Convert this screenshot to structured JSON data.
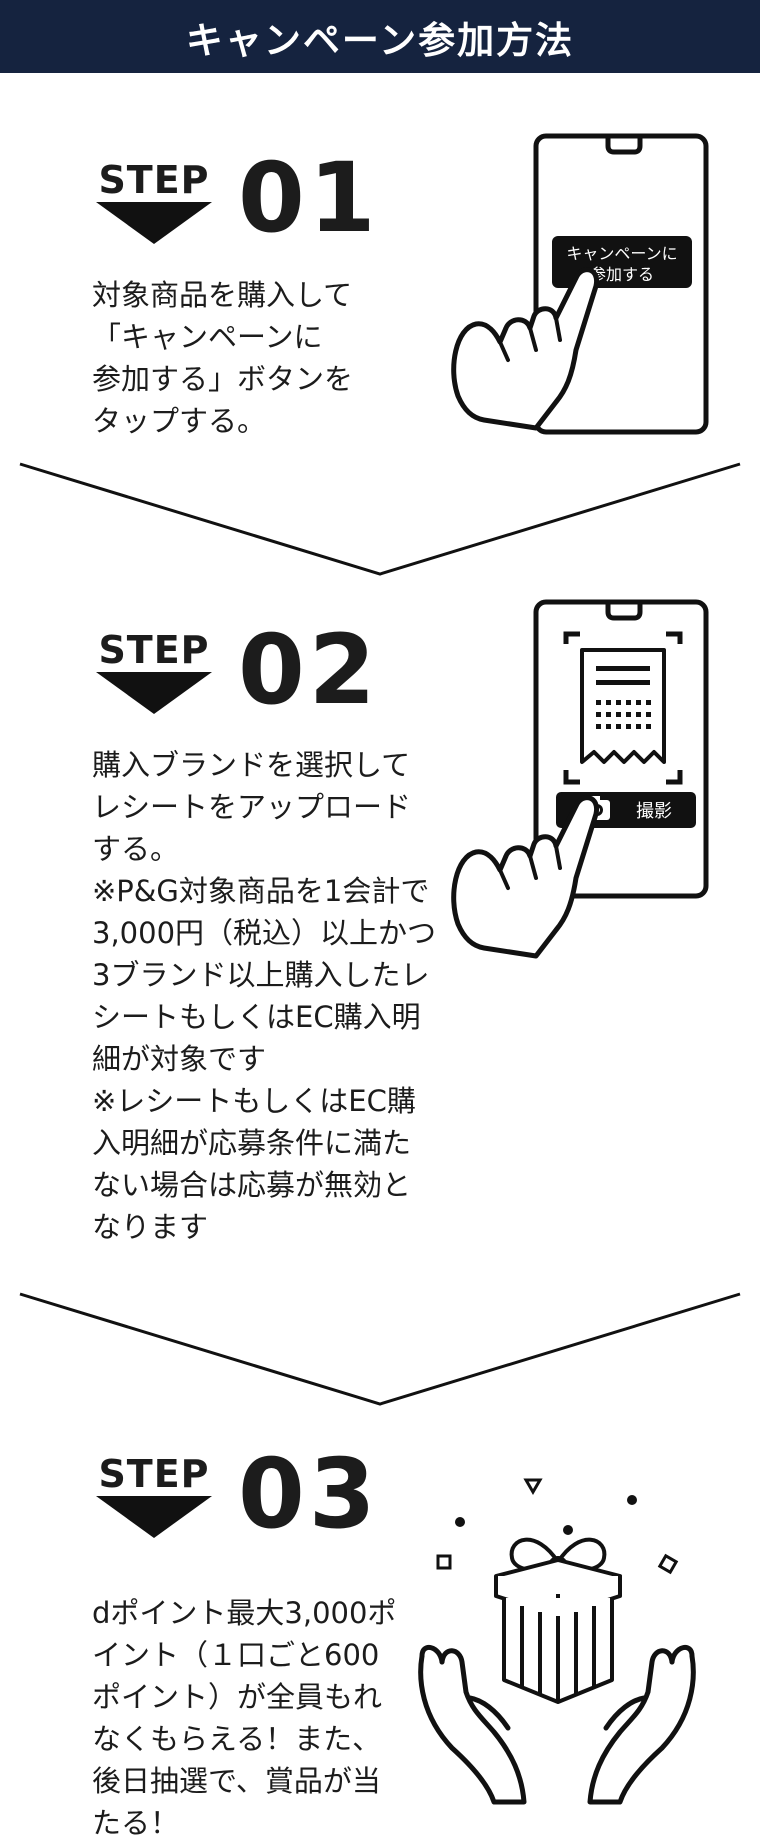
{
  "colors": {
    "header_bg": "#15233f",
    "ink": "#111111"
  },
  "header": {
    "title": "キャンペーン参加方法"
  },
  "steps": [
    {
      "label": "STEP",
      "number": "01",
      "description": "対象商品を購入して\n「キャンペーンに\n参加する」ボタンを\nタップする。",
      "illustration": {
        "icon": "smartphone-tap-icon",
        "button_text_line1": "キャンペーンに",
        "button_text_line2": "参加する"
      }
    },
    {
      "label": "STEP",
      "number": "02",
      "description": "購入ブランドを選択して\nレシートをアップロード\nする。\n※P&G対象商品を1会計で\n3,000円（税込）以上かつ\n3ブランド以上購入したレ\nシートもしくはEC購入明\n細が対象です\n※レシートもしくはEC購\n入明細が応募条件に満た\nない場合は応募が無効と\nなります",
      "illustration": {
        "icon": "receipt-upload-icon",
        "button_text": "撮影"
      }
    },
    {
      "label": "STEP",
      "number": "03",
      "description": "dポイント最大3,000ポ\nイント（１口ごと600\nポイント）が全員もれ\nなくもらえる！また、\n後日抽選で、賞品が当\nたる！",
      "illustration": {
        "icon": "gift-hands-icon"
      }
    }
  ]
}
